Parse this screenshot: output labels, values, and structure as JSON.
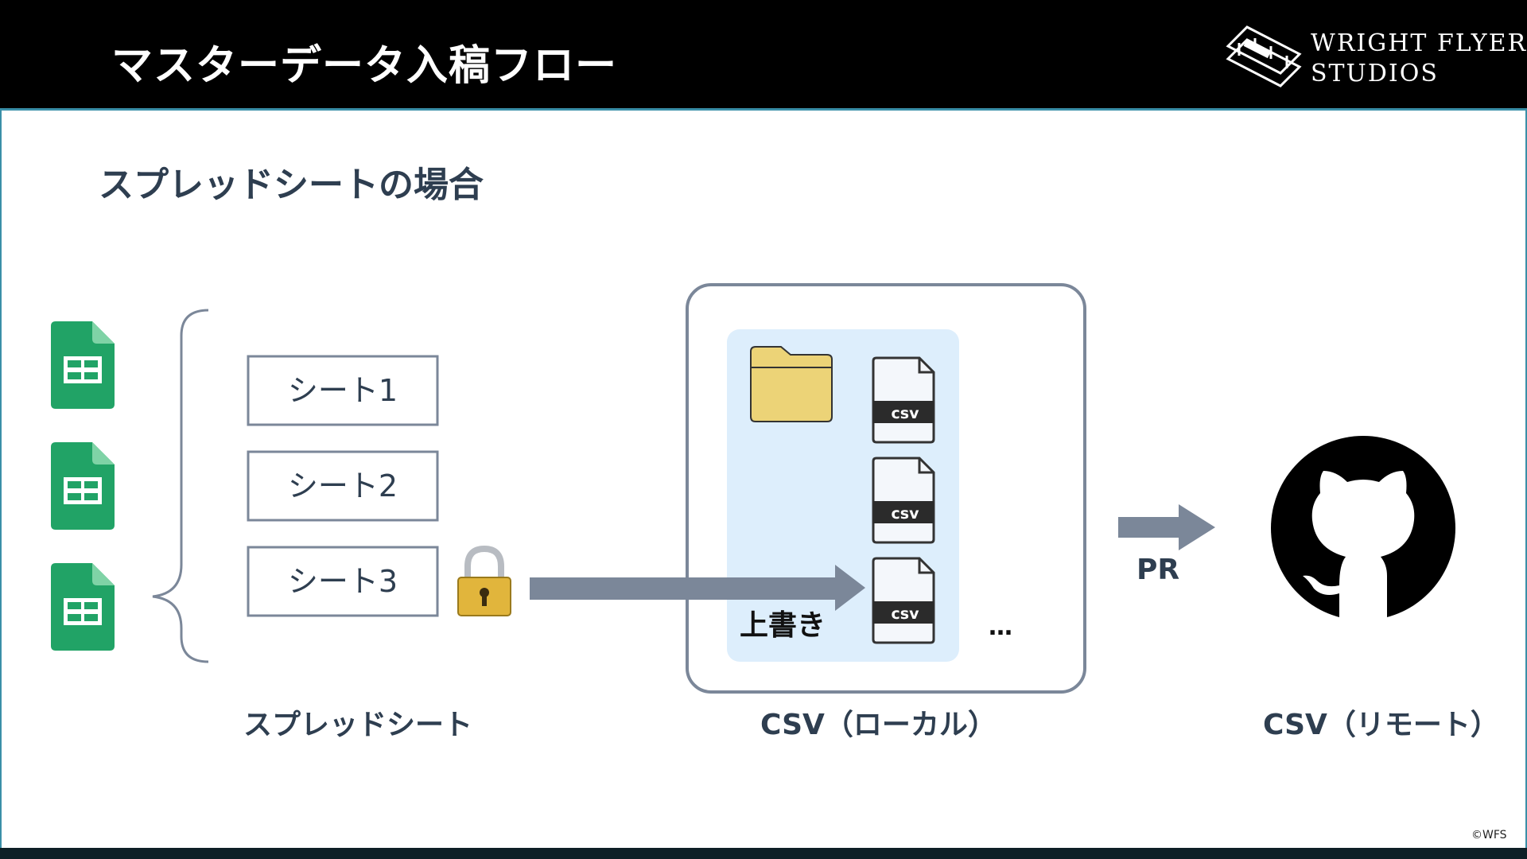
{
  "header": {
    "title": "マスターデータ入稿フロー",
    "logo_line1": "WRIGHT FLYER",
    "logo_line2": "STUDIOS"
  },
  "subtitle": "スプレッドシートの場合",
  "sheets": [
    "シート1",
    "シート2",
    "シート3"
  ],
  "local_box": {
    "csv_label": "csv",
    "overwrite_label": "上書き",
    "ellipsis": "…"
  },
  "arrow_label": "PR",
  "captions": {
    "spreadsheet": "スプレッドシート",
    "local": "CSV（ローカル）",
    "remote": "CSV（リモート）"
  },
  "copyright": "©WFS",
  "colors": {
    "header_bg": "#000000",
    "text_dark": "#2e3e50",
    "arrow": "#7b8799",
    "sheets_green": "#21a366",
    "panel_bg": "#ddeefc",
    "folder": "#ecd377"
  },
  "icons": [
    "google-sheets-icon",
    "lock-icon",
    "folder-icon",
    "csv-file-icon",
    "github-icon"
  ]
}
